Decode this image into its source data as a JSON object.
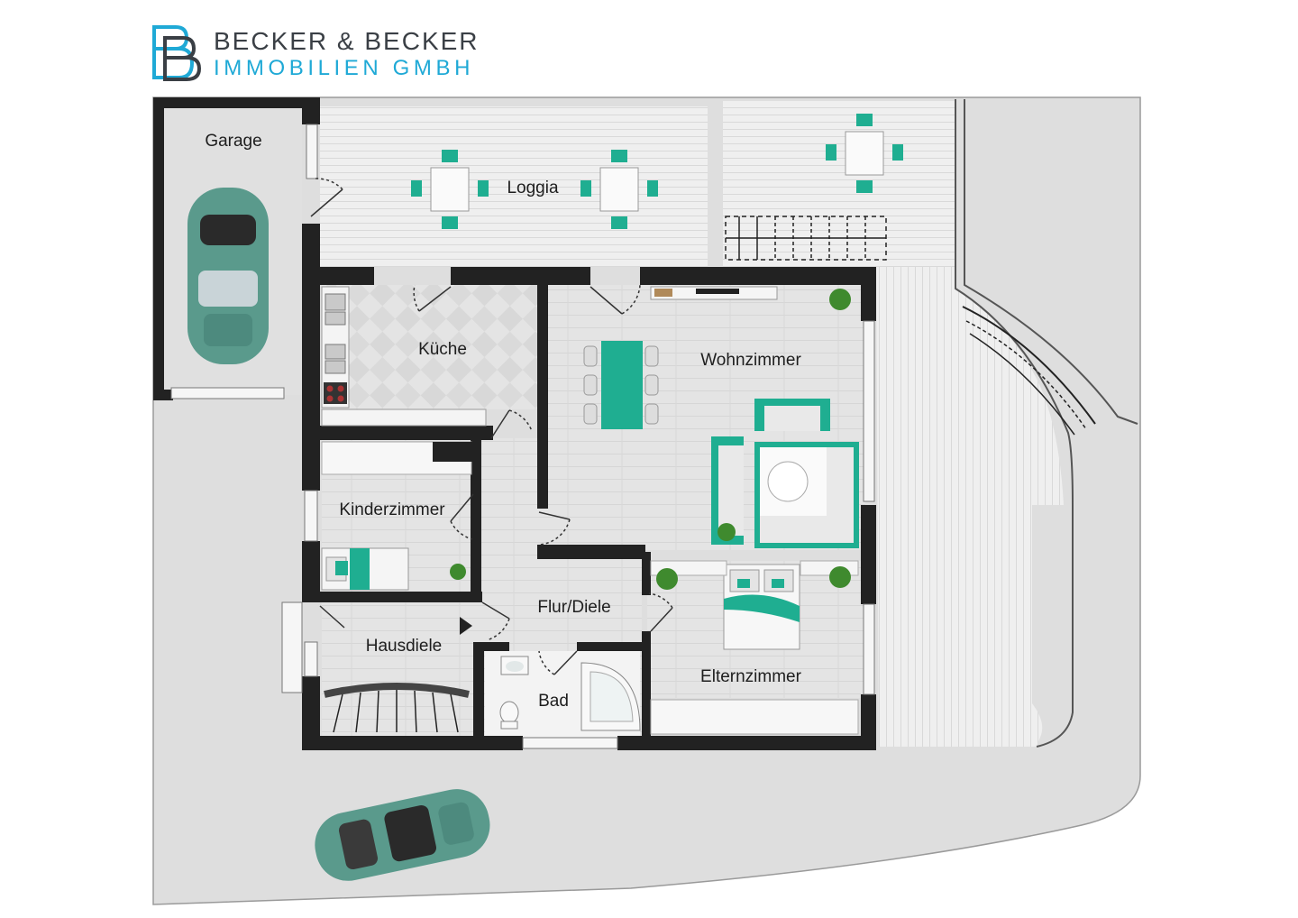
{
  "brand": {
    "line1": "BECKER & BECKER",
    "line2": "IMMOBILIEN GMBH",
    "monogram": "BB",
    "primary_color": "#3a3f45",
    "accent_color": "#1fa9d6"
  },
  "rooms": {
    "garage": "Garage",
    "loggia": "Loggia",
    "kueche": "Küche",
    "wohnzimmer": "Wohnzimmer",
    "kinderzimmer": "Kinderzimmer",
    "flur": "Flur/Diele",
    "hausdiele": "Hausdiele",
    "bad": "Bad",
    "elternzimmer": "Elternzimmer"
  },
  "colors": {
    "wall": "#222222",
    "floor": "#e2e2e2",
    "deck": "#ededed",
    "grounds": "#dedede",
    "furniture": "#1fae91",
    "car": "#5a9a8c"
  },
  "icons": [
    "car-icon",
    "plant-icon",
    "sink-icon",
    "stove-icon",
    "bathtub-icon",
    "toilet-icon",
    "bed-icon",
    "sofa-icon",
    "dining-table-icon",
    "tv-icon",
    "stairs-icon"
  ]
}
